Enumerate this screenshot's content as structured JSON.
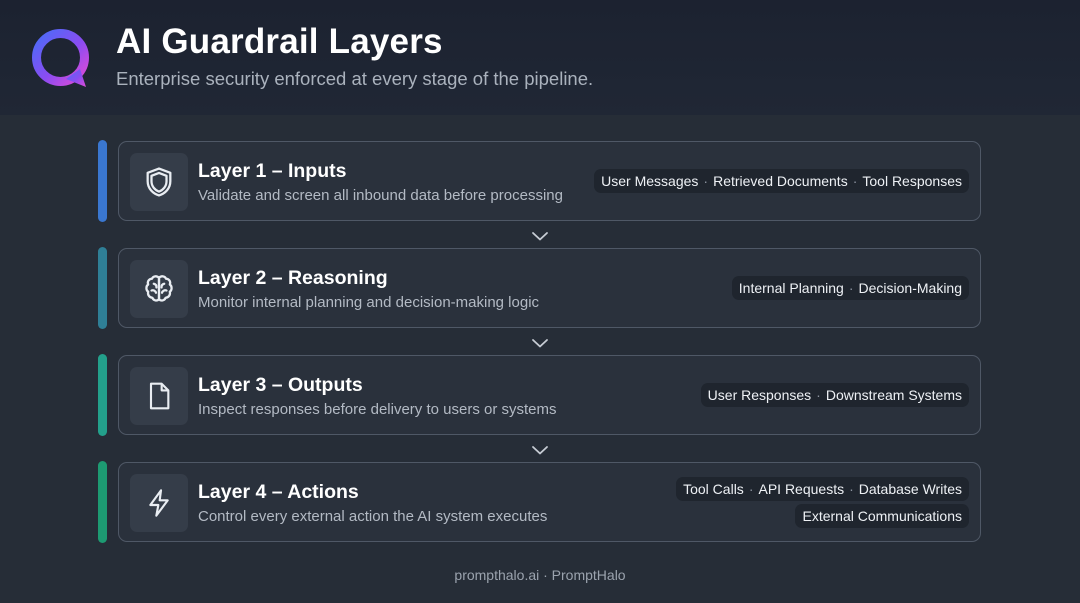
{
  "header": {
    "title": "AI Guardrail Layers",
    "subtitle": "Enterprise security enforced at every stage of the pipeline."
  },
  "layers": [
    {
      "title": "Layer 1 – Inputs",
      "description": "Validate and screen all inbound data before processing",
      "icon": "shield-icon",
      "accent": "#3a77d0",
      "tag_rows": [
        [
          "User Messages",
          "Retrieved Documents",
          "Tool Responses"
        ]
      ]
    },
    {
      "title": "Layer 2 – Reasoning",
      "description": "Monitor internal planning and decision-making logic",
      "icon": "brain-icon",
      "accent": "#2f7f96",
      "tag_rows": [
        [
          "Internal Planning",
          "Decision-Making"
        ]
      ]
    },
    {
      "title": "Layer 3 – Outputs",
      "description": "Inspect responses before delivery to users or systems",
      "icon": "document-icon",
      "accent": "#23a08b",
      "tag_rows": [
        [
          "User Responses",
          "Downstream Systems"
        ]
      ]
    },
    {
      "title": "Layer 4 – Actions",
      "description": "Control every external action the AI system executes",
      "icon": "lightning-icon",
      "accent": "#1d9a72",
      "tag_rows": [
        [
          "Tool Calls",
          "API Requests",
          "Database Writes"
        ],
        [
          "External Communications"
        ]
      ]
    }
  ],
  "tag_separator": "·",
  "footer": "prompthalo.ai · PromptHalo",
  "colors": {
    "logo_gradient": [
      "#4a6cf7",
      "#8a4cf2",
      "#e04bd6"
    ]
  }
}
